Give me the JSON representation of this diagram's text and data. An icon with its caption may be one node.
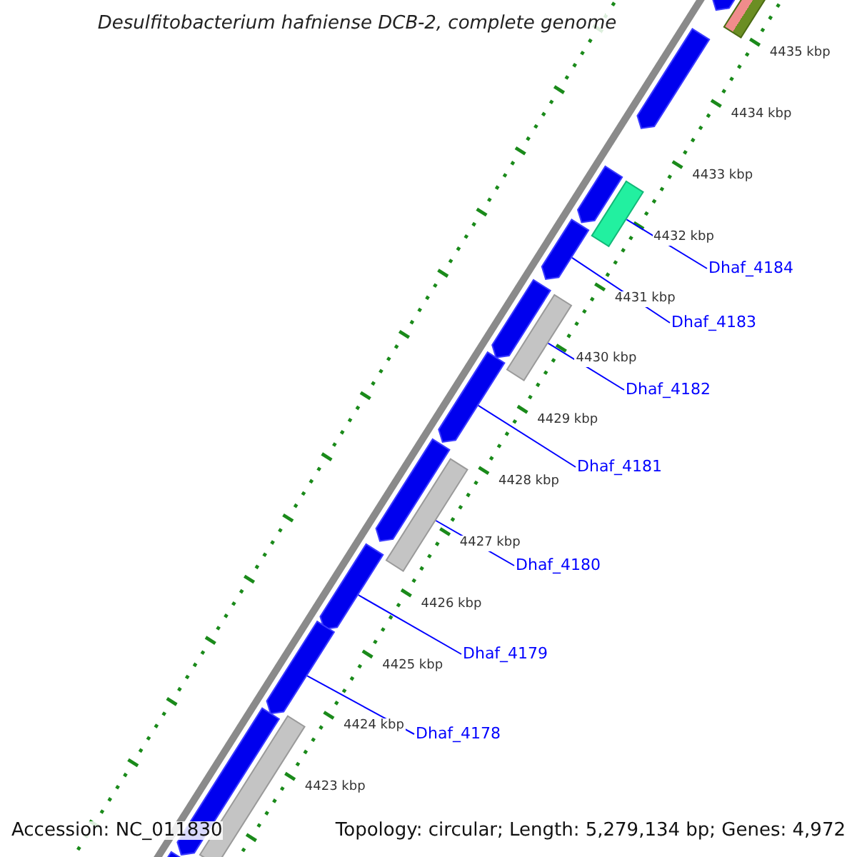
{
  "diagram": {
    "title": "Desulfitobacterium hafniense DCB-2, complete genome",
    "nodes": [
      {
        "text": [
          "Dhaf_4184"
        ]
      },
      {
        "text": [
          "Dhaf_4183"
        ]
      },
      {
        "text": [
          "Dhaf_4182"
        ]
      },
      {
        "text": [
          "Dhaf_4181"
        ]
      },
      {
        "text": [
          "Dhaf_4180"
        ]
      },
      {
        "text": [
          "Dhaf_4179"
        ]
      },
      {
        "text": [
          "Dhaf_4178"
        ]
      },
      {
        "text": [],
        "shape": "pentagon"
      },
      {
        "text": [],
        "shape": "bar"
      },
      {
        "text": [],
        "shape": "pentagon"
      },
      {
        "text": [],
        "shape": "pentagon"
      },
      {
        "text": [],
        "shape": "bar"
      },
      {
        "text": [],
        "shape": "pentagon"
      },
      {
        "text": [],
        "shape": "pentagon"
      },
      {
        "text": [],
        "shape": "bar"
      },
      {
        "text": [],
        "shape": "pentagon"
      },
      {
        "text": [],
        "shape": "pentagon"
      },
      {
        "text": [],
        "shape": "bar"
      },
      {
        "text": [],
        "shape": "pentagon"
      },
      {
        "text": [],
        "shape": "pentagon"
      },
      {
        "text": [],
        "shape": "bar"
      },
      {
        "text": [],
        "shape": "pentagon"
      },
      {
        "text": [],
        "shape": "pentagon"
      }
    ],
    "edges": [
      {
        "from": 0,
        "to": 11,
        "arrow": "none"
      },
      {
        "from": 1,
        "to": 12,
        "arrow": "none"
      },
      {
        "from": 2,
        "to": 14,
        "arrow": "none"
      },
      {
        "from": 3,
        "to": 15,
        "arrow": "none"
      },
      {
        "from": 4,
        "to": 17,
        "arrow": "none"
      },
      {
        "from": 5,
        "to": 18,
        "arrow": "none"
      },
      {
        "from": 6,
        "to": 19,
        "arrow": "none"
      }
    ],
    "labels": [
      "4435 kbp",
      "4434 kbp",
      "4433 kbp",
      "4432 kbp",
      "4431 kbp",
      "4430 kbp",
      "4429 kbp",
      "4428 kbp",
      "4427 kbp",
      "4426 kbp",
      "4425 kbp",
      "4424 kbp",
      "4423 kbp",
      "Accession: NC_011830",
      "Topology: circular; Length: 5,279,134 bp; Genes: 4,972"
    ]
  }
}
